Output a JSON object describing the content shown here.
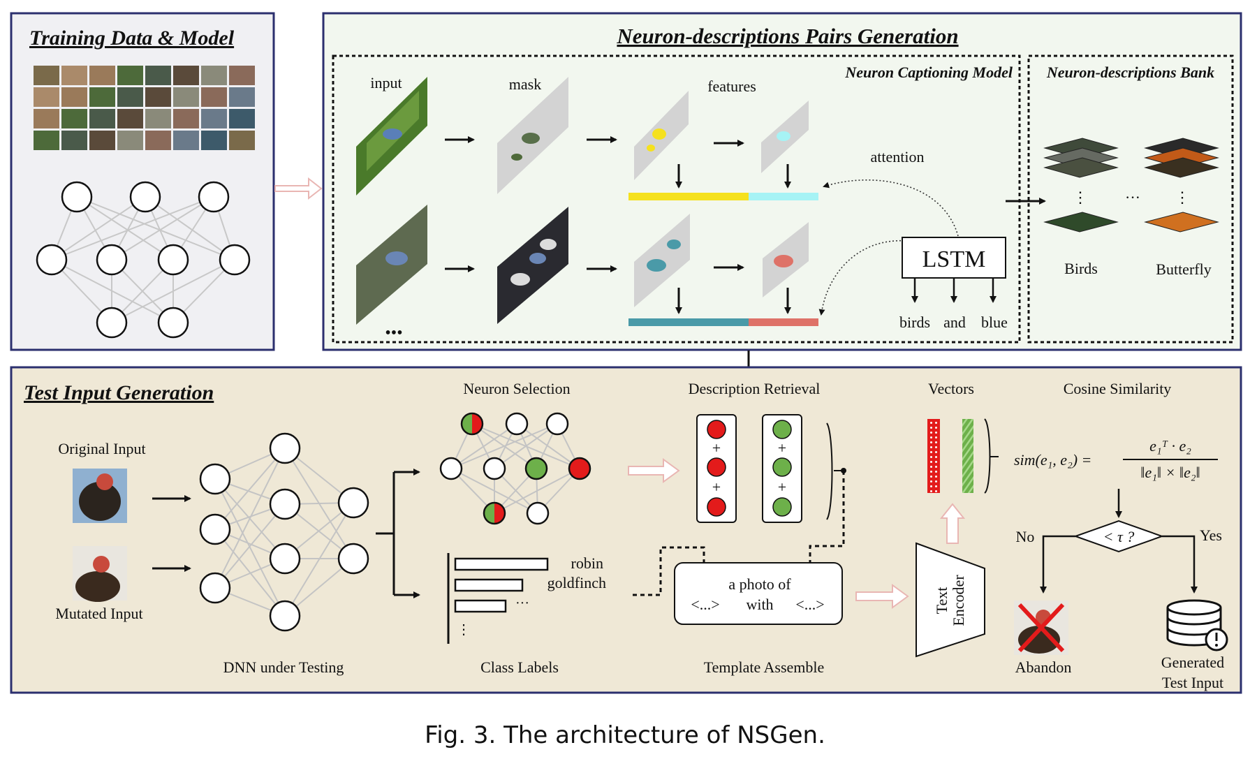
{
  "panels": {
    "training": {
      "title": "Training Data & Model"
    },
    "pairs": {
      "title": "Neuron-descriptions Pairs Generation"
    },
    "captioning": {
      "title": "Neuron Captioning Model"
    },
    "bank": {
      "title": "Neuron-descriptions Bank"
    },
    "test": {
      "title": "Test Input Generation"
    }
  },
  "captioning": {
    "labels": {
      "input": "input",
      "mask": "mask",
      "features": "features",
      "attention": "attention",
      "lstm": "LSTM",
      "ellipsis": "•••"
    },
    "words": [
      "birds",
      "and",
      "blue"
    ]
  },
  "bank": {
    "categories": [
      "Birds",
      "Butterfly"
    ],
    "ellipsis": "···"
  },
  "test": {
    "original_input": "Original Input",
    "mutated_input": "Mutated Input",
    "dnn": "DNN under Testing",
    "neuron_selection": "Neuron Selection",
    "class_labels": {
      "title": "Class Labels",
      "items": [
        "robin",
        "goldfinch",
        "···",
        "⋮"
      ]
    },
    "description_retrieval": "Description  Retrieval",
    "plus": "+",
    "template": {
      "title": "Template Assemble",
      "line1": "a photo of",
      "line2_left": "<...>",
      "line2_mid": "with",
      "line2_right": "<...>"
    },
    "text_encoder": [
      "Text",
      "Encoder"
    ],
    "vectors": "Vectors",
    "cosine_similarity": "Cosine Similarity",
    "formula_lhs": "sim(e₁, e₂) =",
    "formula_num": "e₁ᵀ · e₂",
    "formula_den": "‖e₁‖ × ‖e₂‖",
    "decision": "< τ ?",
    "no": "No",
    "yes": "Yes",
    "abandon": "Abandon",
    "generated": [
      "Generated",
      "Test Input"
    ]
  },
  "caption": "Fig. 3.  The architecture of NSGen.",
  "colors": {
    "panel_border": "#2b2f6e",
    "training_bg": "#f0f0f3",
    "pairs_bg": "#f2f7ef",
    "test_bg": "#efe8d6",
    "yellow": "#f5e11e",
    "cyan": "#a6f3f5",
    "teal": "#4a9aa8",
    "salmon": "#de7268",
    "red": "#e31b1b",
    "green": "#6db04a"
  }
}
